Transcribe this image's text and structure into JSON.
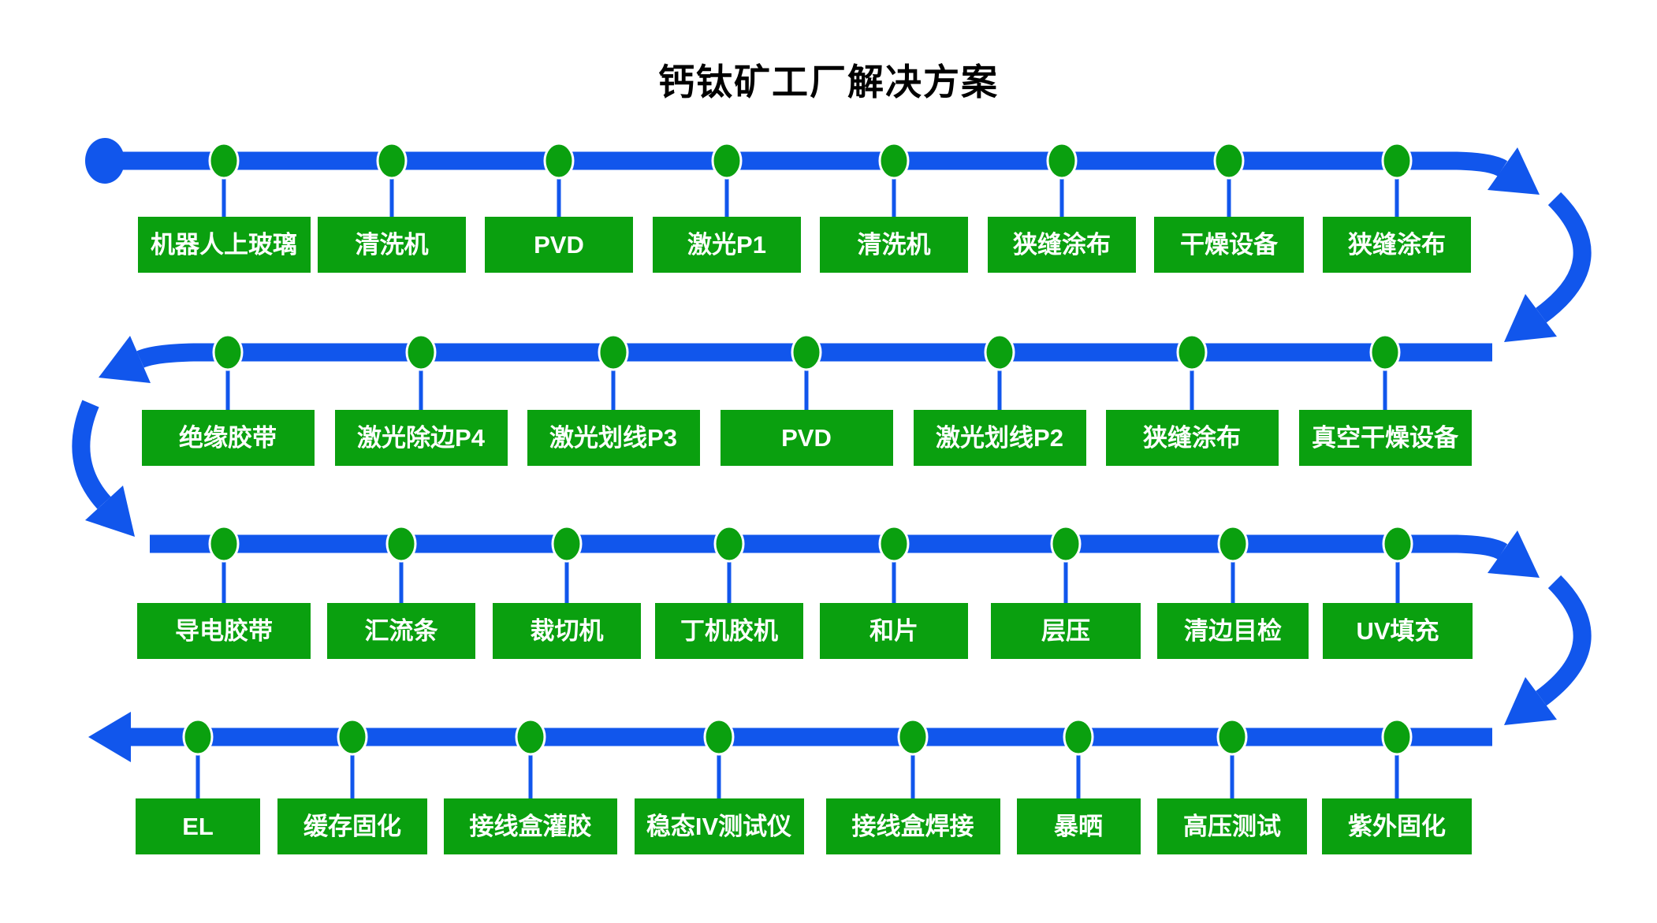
{
  "title": "钙钛矿工厂解决方案",
  "colors": {
    "flow_blue": "#1156EC",
    "node_green": "#0AA00F",
    "node_text": "#FFFFFF",
    "title_color": "#000000",
    "background": "#FFFFFF"
  },
  "rows": [
    {
      "name": "row-1",
      "direction": "left-to-right",
      "items": [
        "机器人上玻璃",
        "清洗机",
        "PVD",
        "激光P1",
        "清洗机",
        "狭缝涂布",
        "干燥设备",
        "狭缝涂布"
      ]
    },
    {
      "name": "row-2",
      "direction": "right-to-left",
      "items": [
        "绝缘胶带",
        "激光除边P4",
        "激光划线P3",
        "PVD",
        "激光划线P2",
        "狭缝涂布",
        "真空干燥设备"
      ]
    },
    {
      "name": "row-3",
      "direction": "left-to-right",
      "items": [
        "导电胶带",
        "汇流条",
        "裁切机",
        "丁机胶机",
        "和片",
        "层压",
        "清边目检",
        "UV填充"
      ]
    },
    {
      "name": "row-4",
      "direction": "right-to-left",
      "items": [
        "EL",
        "缓存固化",
        "接线盒灌胶",
        "稳态IV测试仪",
        "接线盒焊接",
        "暴晒",
        "高压测试",
        "紫外固化"
      ]
    }
  ],
  "icons": {
    "start_marker": "big-blue-dot",
    "step_marker": "green-dot",
    "turn_markers": [
      "curved-arrow-right-down",
      "arc-arrow-down-left",
      "curved-arrow-left-down",
      "arc-arrow-down-right",
      "straight-arrow-left"
    ]
  }
}
